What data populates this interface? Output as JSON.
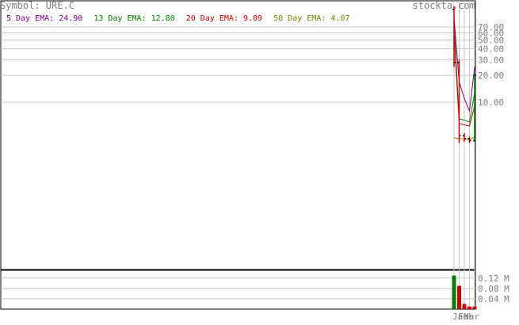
{
  "header": {
    "symbol_label": "Symbol: URE.C",
    "brand": "stockta.com"
  },
  "legend": [
    {
      "label": "5 Day EMA: 24.90",
      "color": "#800080"
    },
    {
      "label": "13 Day EMA: 12.80",
      "color": "#008000"
    },
    {
      "label": "20 Day EMA: 9.09",
      "color": "#cc0000"
    },
    {
      "label": "50 Day EMA: 4.07",
      "color": "#808000"
    }
  ],
  "chart_data": {
    "type": "line",
    "price_axis": {
      "scale": "log",
      "ticks": [
        {
          "value": 70,
          "label": "70.00"
        },
        {
          "value": 60,
          "label": "60.00"
        },
        {
          "value": 50,
          "label": "50.00"
        },
        {
          "value": 40,
          "label": "40.00"
        },
        {
          "value": 30,
          "label": "30.00"
        },
        {
          "value": 20,
          "label": "20.00"
        },
        {
          "value": 10,
          "label": "10.00"
        }
      ]
    },
    "volume_axis": {
      "ticks": [
        {
          "value": 0.12,
          "label": "0.12 M"
        },
        {
          "value": 0.08,
          "label": "0.08 M"
        },
        {
          "value": 0.04,
          "label": "0.04 M"
        }
      ]
    },
    "x_labels": [
      "Jan",
      "Feb",
      "Mar"
    ],
    "bars": [
      {
        "x": 0,
        "high": 120,
        "low": 25,
        "open": 110,
        "close": 28
      },
      {
        "x": 1,
        "high": 30,
        "low": 3.5,
        "open": 28,
        "close": 4.2
      },
      {
        "x": 2,
        "high": 4.5,
        "low": 3.6,
        "open": 4.2,
        "close": 3.9
      },
      {
        "x": 3,
        "high": 4.1,
        "low": 3.5,
        "open": 3.9,
        "close": 3.7
      },
      {
        "x": 4,
        "high": 21,
        "low": 3.6,
        "open": 3.7,
        "close": 20
      }
    ],
    "series": [
      {
        "name": "5 Day EMA",
        "color": "#800080",
        "values": [
          90,
          17,
          11,
          8,
          24.9
        ]
      },
      {
        "name": "13 Day EMA",
        "color": "#008000",
        "values": [
          80,
          6.5,
          6.3,
          6.0,
          12.8
        ]
      },
      {
        "name": "20 Day EMA",
        "color": "#cc0000",
        "values": [
          60,
          5.8,
          5.6,
          5.4,
          9.09
        ]
      },
      {
        "name": "50 Day EMA",
        "color": "#808000",
        "values": [
          4.0,
          3.9,
          3.9,
          3.8,
          4.07
        ]
      }
    ],
    "volume": [
      {
        "x": 0,
        "value": 0.13,
        "color": "#008000"
      },
      {
        "x": 1,
        "value": 0.09,
        "color": "#cc0000"
      },
      {
        "x": 2,
        "value": 0.02,
        "color": "#cc0000"
      },
      {
        "x": 3,
        "value": 0.01,
        "color": "#cc0000"
      },
      {
        "x": 4,
        "value": 0.01,
        "color": "#cc0000"
      }
    ]
  }
}
